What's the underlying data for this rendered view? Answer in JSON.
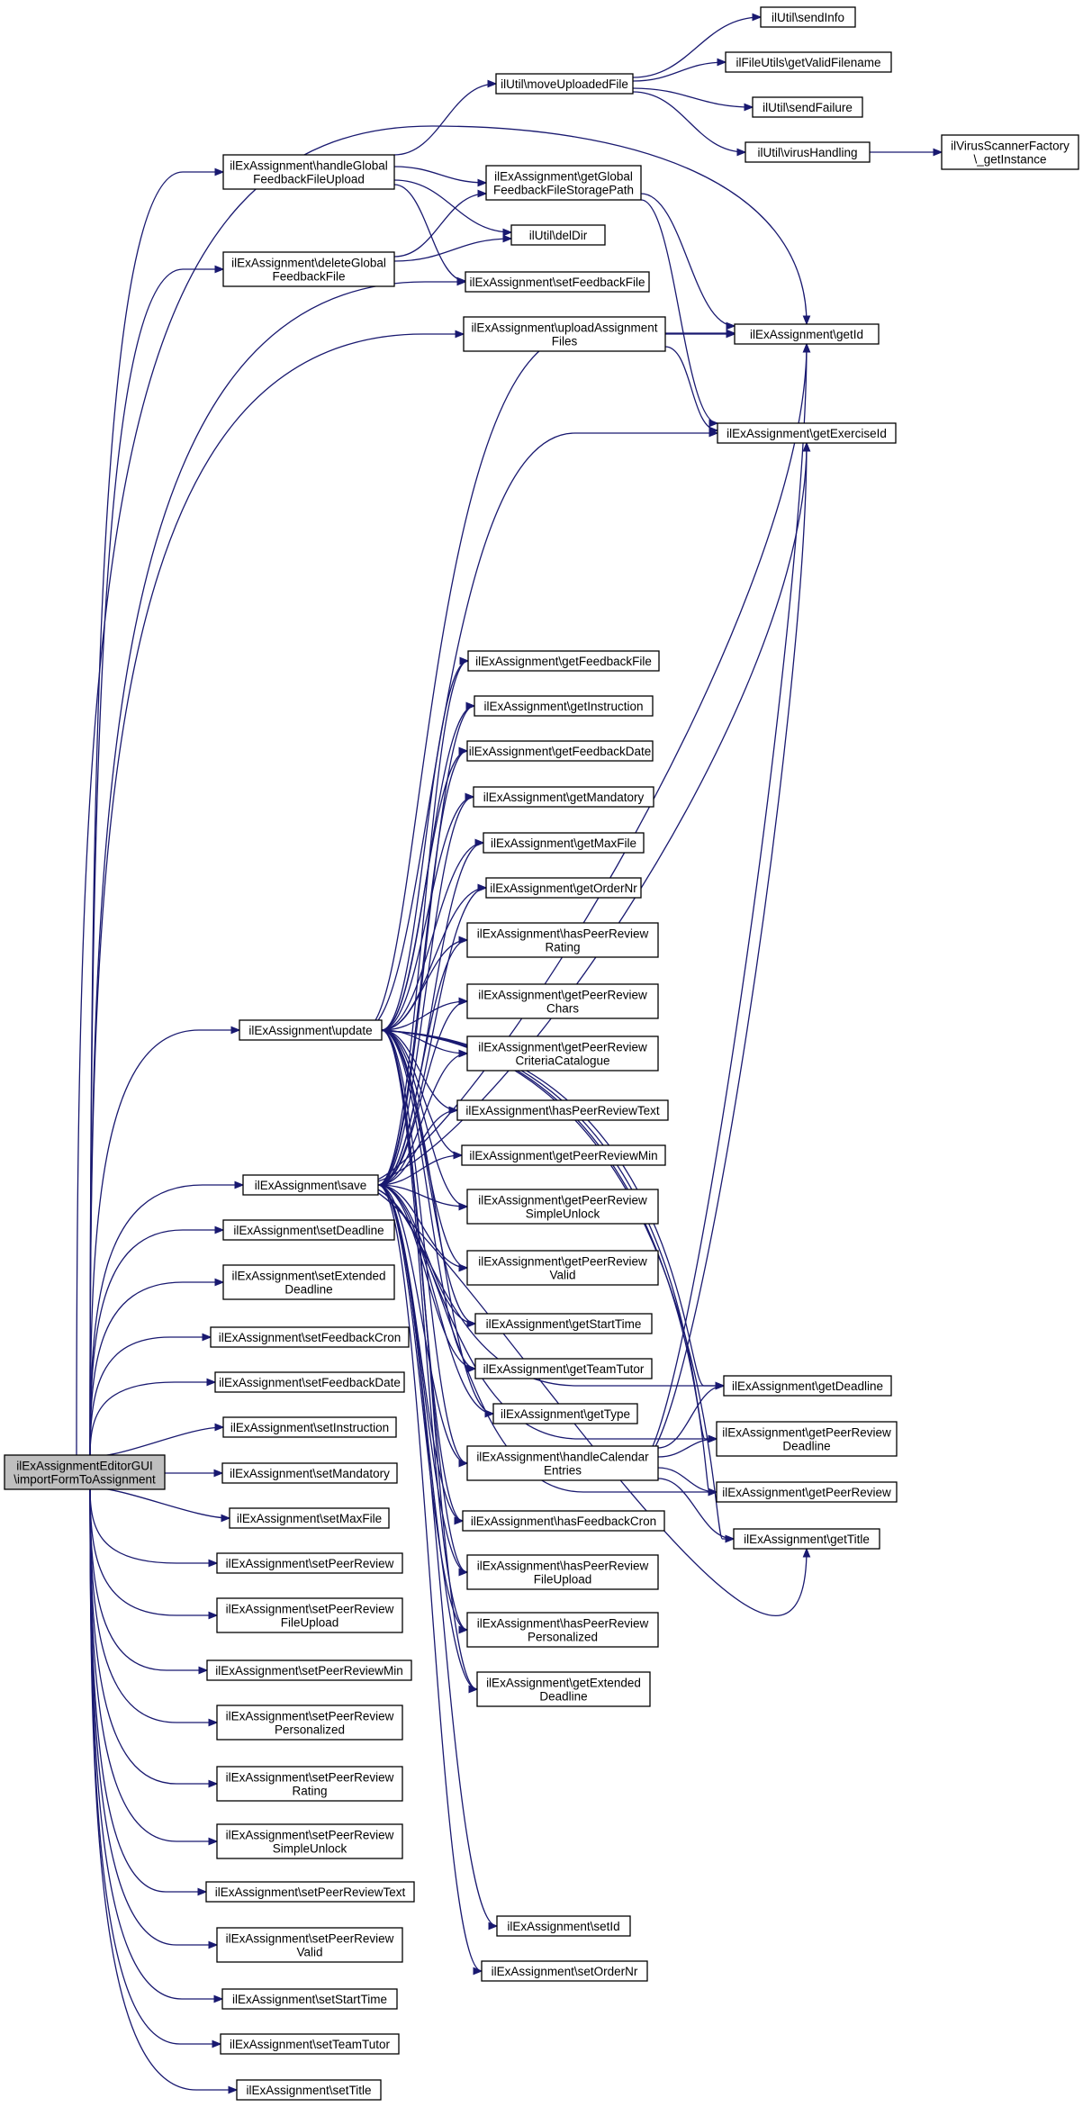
{
  "graph": {
    "edge_color": "#191970",
    "root_fill": "#bfbfbf",
    "nodes": [
      {
        "id": "root",
        "lines": [
          "ilExAssignmentEditorGUI",
          "\\importFormToAssignment"
        ],
        "root": true
      },
      {
        "id": "handleGlobalUpload",
        "lines": [
          "ilExAssignment\\handleGlobal",
          "FeedbackFileUpload"
        ]
      },
      {
        "id": "deleteGlobal",
        "lines": [
          "ilExAssignment\\deleteGlobal",
          "FeedbackFile"
        ]
      },
      {
        "id": "update",
        "lines": [
          "ilExAssignment\\update"
        ]
      },
      {
        "id": "save",
        "lines": [
          "ilExAssignment\\save"
        ]
      },
      {
        "id": "setDeadline",
        "lines": [
          "ilExAssignment\\setDeadline"
        ]
      },
      {
        "id": "setExtendedDeadline",
        "lines": [
          "ilExAssignment\\setExtended",
          "Deadline"
        ]
      },
      {
        "id": "setFeedbackCron",
        "lines": [
          "ilExAssignment\\setFeedbackCron"
        ]
      },
      {
        "id": "setFeedbackDate",
        "lines": [
          "ilExAssignment\\setFeedbackDate"
        ]
      },
      {
        "id": "setInstruction",
        "lines": [
          "ilExAssignment\\setInstruction"
        ]
      },
      {
        "id": "setMandatory",
        "lines": [
          "ilExAssignment\\setMandatory"
        ]
      },
      {
        "id": "setMaxFile",
        "lines": [
          "ilExAssignment\\setMaxFile"
        ]
      },
      {
        "id": "setPeerReview",
        "lines": [
          "ilExAssignment\\setPeerReview"
        ]
      },
      {
        "id": "setPeerReviewFileUpload",
        "lines": [
          "ilExAssignment\\setPeerReview",
          "FileUpload"
        ]
      },
      {
        "id": "setPeerReviewMin",
        "lines": [
          "ilExAssignment\\setPeerReviewMin"
        ]
      },
      {
        "id": "setPeerReviewPersonalized",
        "lines": [
          "ilExAssignment\\setPeerReview",
          "Personalized"
        ]
      },
      {
        "id": "setPeerReviewRating",
        "lines": [
          "ilExAssignment\\setPeerReview",
          "Rating"
        ]
      },
      {
        "id": "setPeerReviewSimpleUnlock",
        "lines": [
          "ilExAssignment\\setPeerReview",
          "SimpleUnlock"
        ]
      },
      {
        "id": "setPeerReviewText",
        "lines": [
          "ilExAssignment\\setPeerReviewText"
        ]
      },
      {
        "id": "setPeerReviewValid",
        "lines": [
          "ilExAssignment\\setPeerReview",
          "Valid"
        ]
      },
      {
        "id": "setStartTime",
        "lines": [
          "ilExAssignment\\setStartTime"
        ]
      },
      {
        "id": "setTeamTutor",
        "lines": [
          "ilExAssignment\\setTeamTutor"
        ]
      },
      {
        "id": "setTitle",
        "lines": [
          "ilExAssignment\\setTitle"
        ]
      },
      {
        "id": "moveUploadedFile",
        "lines": [
          "ilUtil\\moveUploadedFile"
        ]
      },
      {
        "id": "getGlobalPath",
        "lines": [
          "ilExAssignment\\getGlobal",
          "FeedbackFileStoragePath"
        ]
      },
      {
        "id": "delDir",
        "lines": [
          "ilUtil\\delDir"
        ]
      },
      {
        "id": "setFeedbackFile",
        "lines": [
          "ilExAssignment\\setFeedbackFile"
        ]
      },
      {
        "id": "uploadAssignmentFiles",
        "lines": [
          "ilExAssignment\\uploadAssignment",
          "Files"
        ]
      },
      {
        "id": "getFeedbackFile",
        "lines": [
          "ilExAssignment\\getFeedbackFile"
        ]
      },
      {
        "id": "getInstruction",
        "lines": [
          "ilExAssignment\\getInstruction"
        ]
      },
      {
        "id": "getFeedbackDate",
        "lines": [
          "ilExAssignment\\getFeedbackDate"
        ]
      },
      {
        "id": "getMandatory",
        "lines": [
          "ilExAssignment\\getMandatory"
        ]
      },
      {
        "id": "getMaxFile",
        "lines": [
          "ilExAssignment\\getMaxFile"
        ]
      },
      {
        "id": "getOrderNr",
        "lines": [
          "ilExAssignment\\getOrderNr"
        ]
      },
      {
        "id": "hasPeerReviewRating",
        "lines": [
          "ilExAssignment\\hasPeerReview",
          "Rating"
        ]
      },
      {
        "id": "getPeerReviewChars",
        "lines": [
          "ilExAssignment\\getPeerReview",
          "Chars"
        ]
      },
      {
        "id": "getPeerReviewCriteria",
        "lines": [
          "ilExAssignment\\getPeerReview",
          "CriteriaCatalogue"
        ]
      },
      {
        "id": "hasPeerReviewText",
        "lines": [
          "ilExAssignment\\hasPeerReviewText"
        ]
      },
      {
        "id": "getPeerReviewMin",
        "lines": [
          "ilExAssignment\\getPeerReviewMin"
        ]
      },
      {
        "id": "getPeerReviewSimpleUnlock",
        "lines": [
          "ilExAssignment\\getPeerReview",
          "SimpleUnlock"
        ]
      },
      {
        "id": "getPeerReviewValid",
        "lines": [
          "ilExAssignment\\getPeerReview",
          "Valid"
        ]
      },
      {
        "id": "getStartTime",
        "lines": [
          "ilExAssignment\\getStartTime"
        ]
      },
      {
        "id": "getTeamTutor",
        "lines": [
          "ilExAssignment\\getTeamTutor"
        ]
      },
      {
        "id": "getType",
        "lines": [
          "ilExAssignment\\getType"
        ]
      },
      {
        "id": "handleCalendarEntries",
        "lines": [
          "ilExAssignment\\handleCalendar",
          "Entries"
        ]
      },
      {
        "id": "hasFeedbackCron",
        "lines": [
          "ilExAssignment\\hasFeedbackCron"
        ]
      },
      {
        "id": "hasPeerReviewFileUpload",
        "lines": [
          "ilExAssignment\\hasPeerReview",
          "FileUpload"
        ]
      },
      {
        "id": "hasPeerReviewPersonalized",
        "lines": [
          "ilExAssignment\\hasPeerReview",
          "Personalized"
        ]
      },
      {
        "id": "getExtendedDeadline",
        "lines": [
          "ilExAssignment\\getExtended",
          "Deadline"
        ]
      },
      {
        "id": "setId",
        "lines": [
          "ilExAssignment\\setId"
        ]
      },
      {
        "id": "setOrderNr",
        "lines": [
          "ilExAssignment\\setOrderNr"
        ]
      },
      {
        "id": "sendInfo",
        "lines": [
          "ilUtil\\sendInfo"
        ]
      },
      {
        "id": "getValidFilename",
        "lines": [
          "ilFileUtils\\getValidFilename"
        ]
      },
      {
        "id": "sendFailure",
        "lines": [
          "ilUtil\\sendFailure"
        ]
      },
      {
        "id": "virusHandling",
        "lines": [
          "ilUtil\\virusHandling"
        ]
      },
      {
        "id": "virusScanner",
        "lines": [
          "ilVirusScannerFactory",
          "\\_getInstance"
        ]
      },
      {
        "id": "getId",
        "lines": [
          "ilExAssignment\\getId"
        ]
      },
      {
        "id": "getExerciseId",
        "lines": [
          "ilExAssignment\\getExerciseId"
        ]
      },
      {
        "id": "getDeadline",
        "lines": [
          "ilExAssignment\\getDeadline"
        ]
      },
      {
        "id": "getPeerReviewDeadline",
        "lines": [
          "ilExAssignment\\getPeerReview",
          "Deadline"
        ]
      },
      {
        "id": "getPeerReview",
        "lines": [
          "ilExAssignment\\getPeerReview"
        ]
      },
      {
        "id": "getTitle",
        "lines": [
          "ilExAssignment\\getTitle"
        ]
      }
    ]
  }
}
